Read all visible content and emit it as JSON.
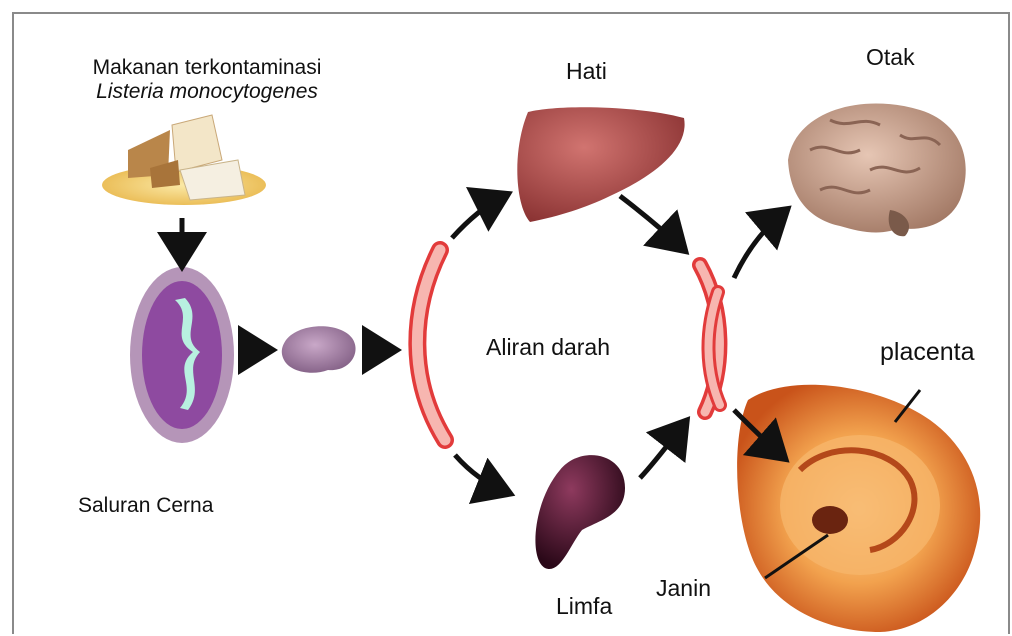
{
  "source": {
    "line1": "Makanan terkontaminasi",
    "line2": "Listeria monocytogenes"
  },
  "labels": {
    "gut": "Saluran Cerna",
    "liver": "Hati",
    "brain": "Otak",
    "bloodstream": "Aliran darah",
    "lymph": "Limfa",
    "placenta": "placenta",
    "fetus": "Janin"
  },
  "colors": {
    "arrow": "#111111",
    "vessel_fill": "#f7b6b0",
    "vessel_stroke": "#e23b3b",
    "liver": "#b5524f",
    "brain": "#c9a38e",
    "spleen": "#4a1428",
    "placenta": "#e87a2a",
    "gut_outer": "#9e5ea8",
    "gut_inner": "#b8f0e0"
  },
  "icons": [
    "cheese-icon",
    "intestine-section-icon",
    "lymph-node-icon",
    "liver-icon",
    "brain-icon",
    "spleen-icon",
    "placenta-fetus-icon"
  ]
}
